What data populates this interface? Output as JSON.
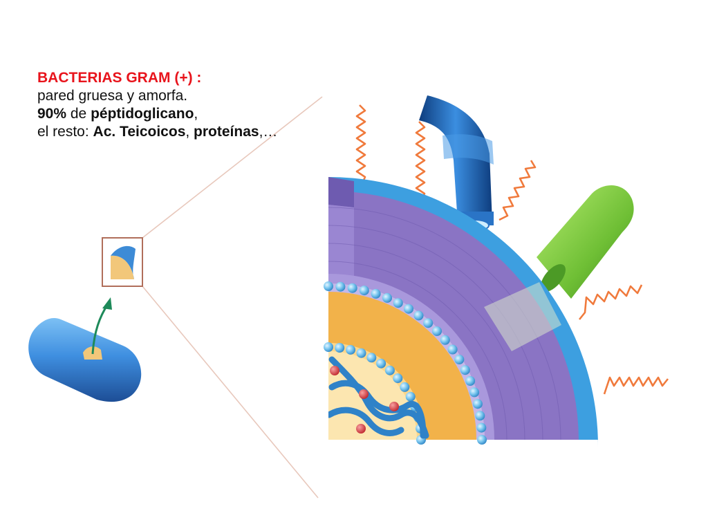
{
  "caption": {
    "title": "BACTERIAS GRAM (+) :",
    "line2": "pared gruesa y amorfa.",
    "line3": {
      "bold1": "90%",
      "text1": " de ",
      "bold2": "péptidoglicano",
      "text2": ","
    },
    "line4": {
      "text1": "el resto: ",
      "bold1": "Ac. Teicoicos",
      "text2": ", ",
      "bold2": "proteínas",
      "text3": ",…"
    }
  },
  "colors": {
    "title": "#e8141c",
    "outer_layer": "#3d9fe0",
    "peptidoglycan": "#8a74c4",
    "membrane_heads": "#6cc0ee",
    "lipid_tails": "#f2b24a",
    "teichoic_acids": "#f07a3c",
    "surface_protein": "#74c23f",
    "flagellum": "#1f66b4",
    "dna": "#2f82c8",
    "ribosomes": "#d8343c",
    "arrow": "#1e8a5a",
    "zoom_box": "#b06e5a"
  }
}
